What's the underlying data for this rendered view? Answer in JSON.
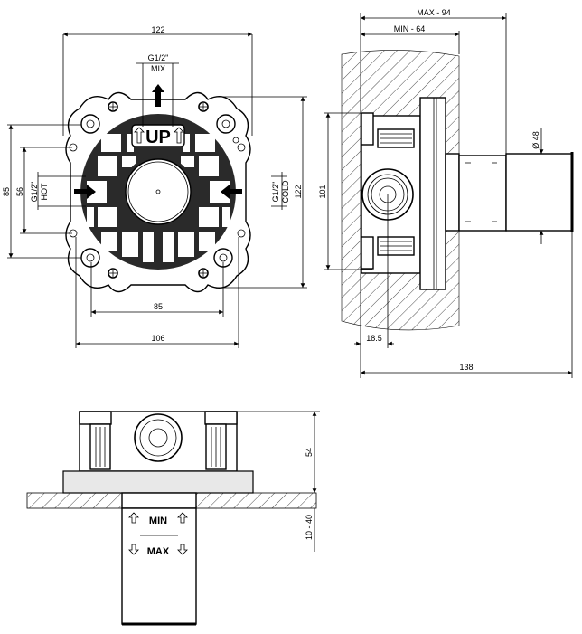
{
  "front_view": {
    "dim_top_width": "122",
    "mix_thread": "G1/2\"",
    "mix_label": "MIX",
    "up_label": "UP",
    "hot_thread": "G1/2\"",
    "hot_label": "HOT",
    "cold_thread": "G1/2\"",
    "cold_label": "COLD",
    "dim_left_outer": "85",
    "dim_left_inner": "56",
    "dim_right_height": "122",
    "dim_bottom_inner": "85",
    "dim_bottom_outer": "106"
  },
  "side_view": {
    "dim_max": "MAX - 94",
    "dim_min": "MIN - 64",
    "dim_height": "101",
    "dim_diameter": "Ø 48",
    "dim_offset": "18.5",
    "dim_total_depth": "138"
  },
  "bottom_view": {
    "min_label": "MIN",
    "max_label": "MAX",
    "dim_height": "54",
    "dim_range": "10 - 40"
  }
}
